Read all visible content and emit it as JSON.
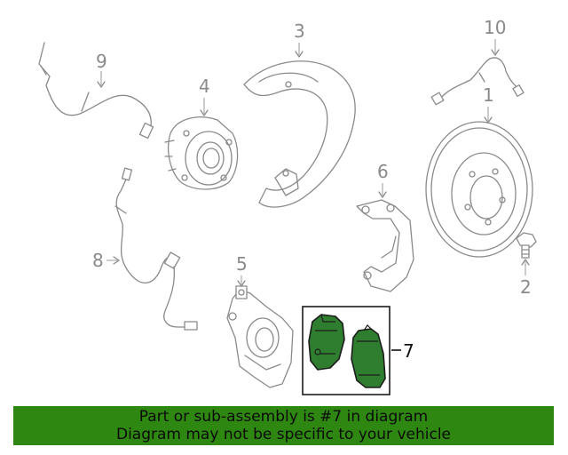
{
  "callouts": {
    "c1": "1",
    "c2": "2",
    "c3": "3",
    "c4": "4",
    "c5": "5",
    "c6": "6",
    "c7": "7",
    "c8": "8",
    "c9": "9",
    "c10": "10"
  },
  "highlight": {
    "part": "7",
    "color": "#2e8711"
  },
  "banner": {
    "line1": "Part or sub-assembly is #7 in diagram",
    "line2": "Diagram may not be specific to your vehicle"
  }
}
